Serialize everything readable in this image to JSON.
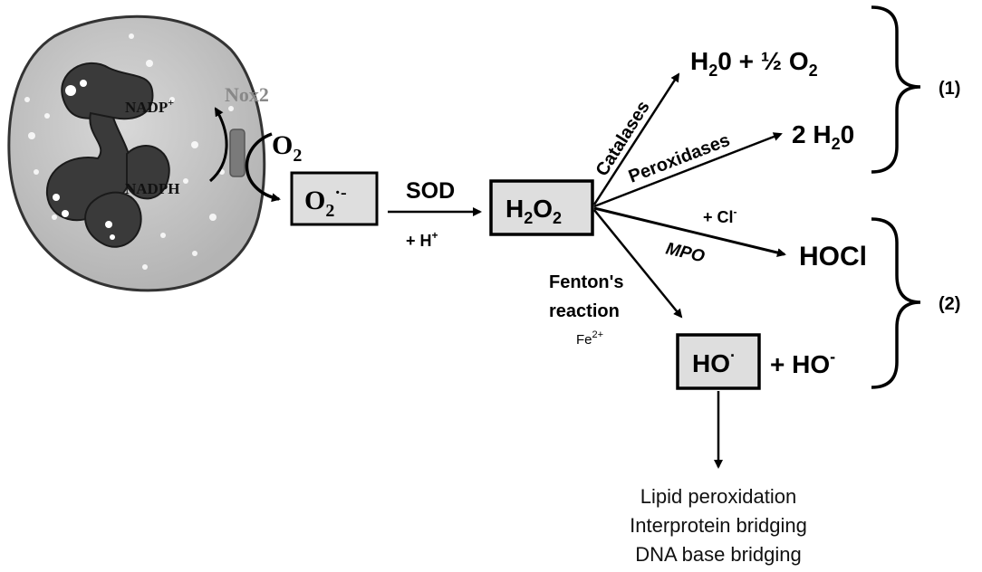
{
  "cell": {
    "nadp_plus": "NADP",
    "nadp_plus_sup": "+",
    "nadph": "NADPH",
    "nox2": "Nox2",
    "o2": "O",
    "o2_sub": "2"
  },
  "boxes": {
    "superoxide": {
      "base": "O",
      "sub": "2",
      "sup": "·-"
    },
    "h2o2": {
      "base1": "H",
      "sub1": "2",
      "base2": "O",
      "sub2": "2"
    },
    "hydroxyl": {
      "base": "HO",
      "sup": "·"
    }
  },
  "arrows": {
    "sod": "SOD",
    "h_plus": "+ H",
    "h_plus_sup": "+",
    "catalases": "Catalases",
    "peroxidases": "Peroxidases",
    "cl": "+ Cl",
    "cl_sup": "-",
    "mpo": "MPO",
    "fenton_1": "Fenton's",
    "fenton_2": "reaction",
    "fe": "Fe",
    "fe_sup": "2+"
  },
  "products": {
    "water_oxygen": "H",
    "water_oxygen_sub": "2",
    "water_oxygen_rest": "0 + ½ O",
    "water_oxygen_sub2": "2",
    "two_water": "2 H",
    "two_water_sub": "2",
    "two_water_rest": "0",
    "hocl": "HOCl",
    "ho_minus": "+ HO",
    "ho_minus_sup": "-"
  },
  "groups": {
    "group1": "(1)",
    "group2": "(2)"
  },
  "effects": [
    "Lipid peroxidation",
    "Interprotein bridging",
    "DNA base bridging"
  ]
}
